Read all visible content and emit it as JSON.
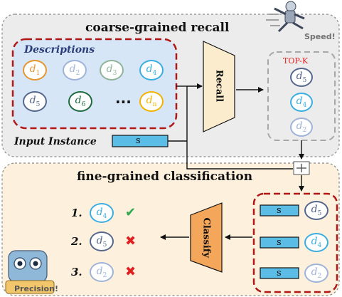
{
  "coarse": {
    "title": "coarse-grained recall",
    "descriptions_title": "Descriptions",
    "input_title": "Input Instance",
    "input_value": "s",
    "recall_label": "Recall",
    "topk_label": "TOP-K",
    "speed_label": "Speed!",
    "ellipsis": "...",
    "descriptions": [
      {
        "sym": "d",
        "sub": "1",
        "color": "#e6962e"
      },
      {
        "sym": "d",
        "sub": "2",
        "color": "#9fb3d8"
      },
      {
        "sym": "d",
        "sub": "3",
        "color": "#8fb49a"
      },
      {
        "sym": "d",
        "sub": "4",
        "color": "#3aaee0"
      },
      {
        "sym": "d",
        "sub": "5",
        "color": "#56678c"
      },
      {
        "sym": "d",
        "sub": "6",
        "color": "#1f6b3f"
      },
      {
        "sym": "d",
        "sub": "n",
        "color": "#f0b400"
      }
    ],
    "topk_items": [
      {
        "sym": "d",
        "sub": "5",
        "color": "#56678c"
      },
      {
        "sym": "d",
        "sub": "4",
        "color": "#3aaee0"
      },
      {
        "sym": "d",
        "sub": "2",
        "color": "#9fb3d8"
      }
    ]
  },
  "fine": {
    "title": "fine-grained classification",
    "classify_label": "Classify",
    "precision_label": "Precision!",
    "pairs": [
      {
        "s": "s",
        "sym": "d",
        "sub": "5",
        "color": "#56678c"
      },
      {
        "s": "s",
        "sym": "d",
        "sub": "4",
        "color": "#3aaee0"
      },
      {
        "s": "s",
        "sym": "d",
        "sub": "2",
        "color": "#9fb3d8"
      }
    ],
    "results": [
      {
        "rank": "1.",
        "sym": "d",
        "sub": "4",
        "color": "#3aaee0",
        "mark": "check-icon"
      },
      {
        "rank": "2.",
        "sym": "d",
        "sub": "5",
        "color": "#56678c",
        "mark": "cross-icon"
      },
      {
        "rank": "3.",
        "sym": "d",
        "sub": "2",
        "color": "#9fb3d8",
        "mark": "cross-icon"
      }
    ]
  },
  "colors": {
    "coarse_bg": "#ececec",
    "fine_bg": "#fdf0dc",
    "desc_bg": "#d7e6f7",
    "dash_red": "#b01818",
    "trapezoid": "#fbeccd",
    "s_box": "#5bbde6",
    "check": "#2fa84f",
    "cross": "#e02020"
  }
}
